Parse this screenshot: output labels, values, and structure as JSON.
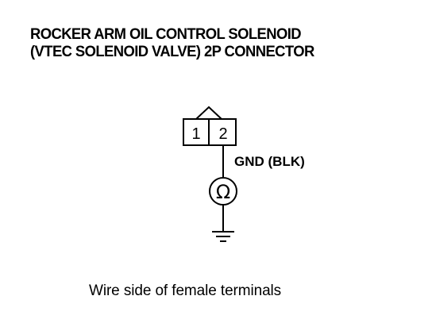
{
  "title": {
    "line1": "ROCKER ARM OIL CONTROL SOLENOID",
    "line2": "(VTEC SOLENOID VALVE) 2P CONNECTOR"
  },
  "connector": {
    "terminal_1": "1",
    "terminal_2": "2"
  },
  "ground_label": "GND (BLK)",
  "meter_symbol": "Ω",
  "caption": "Wire side of female terminals"
}
